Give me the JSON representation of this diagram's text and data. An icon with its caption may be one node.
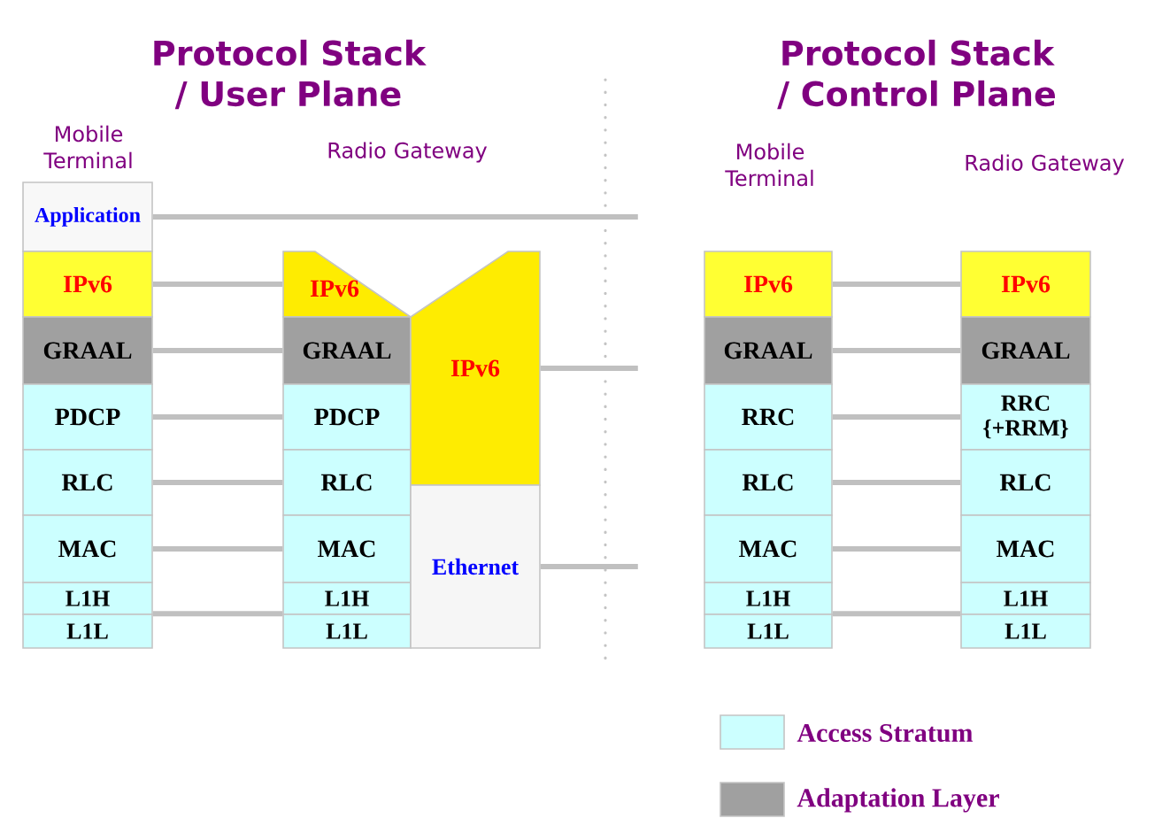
{
  "diagram": {
    "nodes": [
      {
        "text": [
          "Application"
        ]
      },
      {
        "text": [
          "IPv6"
        ]
      },
      {
        "text": [
          "GRAAL"
        ]
      },
      {
        "text": [
          "PDCP"
        ]
      },
      {
        "text": [
          "RLC"
        ]
      },
      {
        "text": [
          "MAC"
        ]
      },
      {
        "text": [
          "L1H"
        ]
      },
      {
        "text": [
          "L1L"
        ]
      },
      {
        "text": [
          "IPv6"
        ]
      },
      {
        "text": [
          "GRAAL"
        ]
      },
      {
        "text": [
          "PDCP"
        ]
      },
      {
        "text": [
          "RLC"
        ]
      },
      {
        "text": [
          "MAC"
        ]
      },
      {
        "text": [
          "L1H"
        ]
      },
      {
        "text": [
          "L1L"
        ]
      },
      {
        "text": [
          "IPv6"
        ]
      },
      {
        "text": [
          "Ethernet"
        ]
      },
      {
        "text": [
          "IPv6"
        ]
      },
      {
        "text": [
          "GRAAL"
        ]
      },
      {
        "text": [
          "RRC"
        ]
      },
      {
        "text": [
          "RLC"
        ]
      },
      {
        "text": [
          "MAC"
        ]
      },
      {
        "text": [
          "L1H"
        ]
      },
      {
        "text": [
          "L1L"
        ]
      },
      {
        "text": [
          "IPv6"
        ]
      },
      {
        "text": [
          "GRAAL"
        ]
      },
      {
        "text": [
          "RRC {+RRM}"
        ]
      },
      {
        "text": [
          "RLC"
        ]
      },
      {
        "text": [
          "MAC"
        ]
      },
      {
        "text": [
          "L1H"
        ]
      },
      {
        "text": [
          "L1L"
        ]
      }
    ],
    "edges": [
      {
        "from": 0,
        "to": null,
        "arrow": "none"
      },
      {
        "from": 1,
        "to": 8,
        "arrow": "none"
      },
      {
        "from": 15,
        "to": null,
        "arrow": "none"
      },
      {
        "from": 2,
        "to": 9,
        "arrow": "none"
      },
      {
        "from": 3,
        "to": 10,
        "arrow": "none"
      },
      {
        "from": 4,
        "to": 11,
        "arrow": "none"
      },
      {
        "from": 5,
        "to": 12,
        "arrow": "none"
      },
      {
        "from": 7,
        "to": 14,
        "arrow": "none"
      },
      {
        "from": 16,
        "to": null,
        "arrow": "none"
      },
      {
        "from": 17,
        "to": 24,
        "arrow": "none"
      },
      {
        "from": 18,
        "to": 25,
        "arrow": "none"
      },
      {
        "from": 19,
        "to": 26,
        "arrow": "none"
      },
      {
        "from": 20,
        "to": 27,
        "arrow": "none"
      },
      {
        "from": 21,
        "to": 28,
        "arrow": "none"
      },
      {
        "from": 23,
        "to": 30,
        "arrow": "none"
      }
    ],
    "labels": [
      "Protocol Stack / User Plane",
      "Mobile Terminal",
      "Radio Gateway",
      "Protocol Stack / Control Plane",
      "Mobile Terminal",
      "Radio Gateway"
    ],
    "legend": [
      {
        "text": "Access Stratum",
        "color": "#ccffff"
      },
      {
        "text": "Adaptation Layer",
        "color": "#a0a0a0"
      }
    ]
  }
}
